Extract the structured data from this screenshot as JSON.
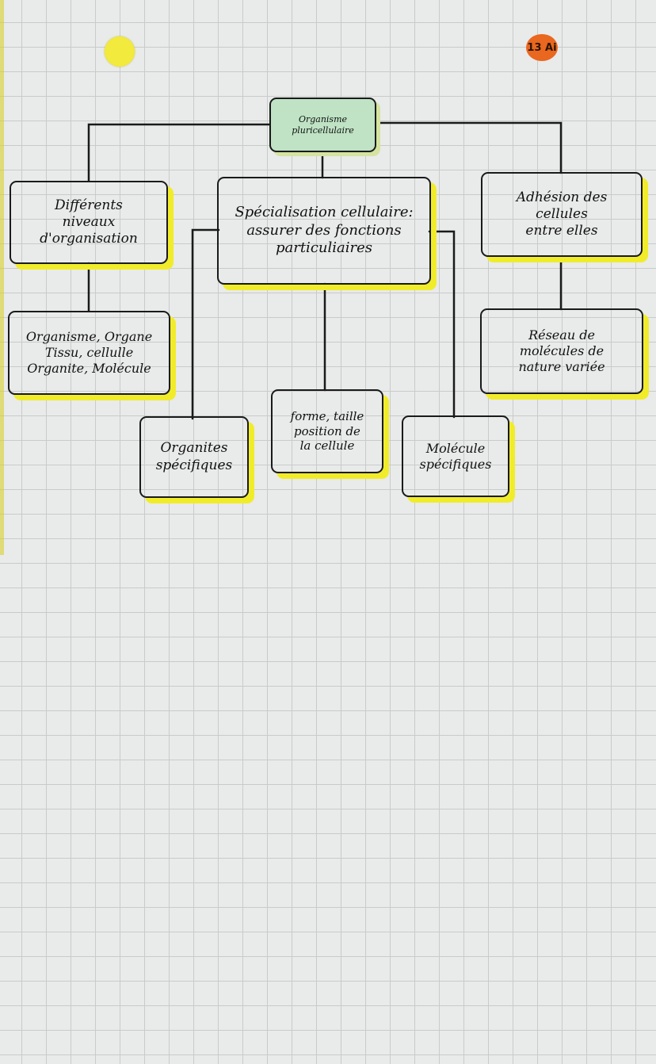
{
  "stickers": {
    "badge_text": "13 Ai"
  },
  "diagram": {
    "root": "Organisme\npluricellulaire",
    "branch_left": "Différents\nniveaux\nd'organisation",
    "branch_left_child": "Organisme, Organe\nTissu, cellulle\nOrganite, Molécule",
    "branch_center": "Spécialisation cellulaire:\nassurer des fonctions\nparticuliaires",
    "center_child_left": "Organites\nspécifiques",
    "center_child_middle": "forme, taille\nposition de\nla cellule",
    "center_child_right": "Molécule\nspécifiques",
    "branch_right": "Adhésion des\ncellules\nentre elles",
    "branch_right_child": "Réseau de\nmolécules de\nnature variée"
  },
  "colors": {
    "highlighter": "#f1ec2a",
    "root_fill": "#bfe3c4",
    "ink": "#1a1a1a",
    "sticker_orange": "#e9671f",
    "sticker_yellow": "#f2ea3c"
  }
}
